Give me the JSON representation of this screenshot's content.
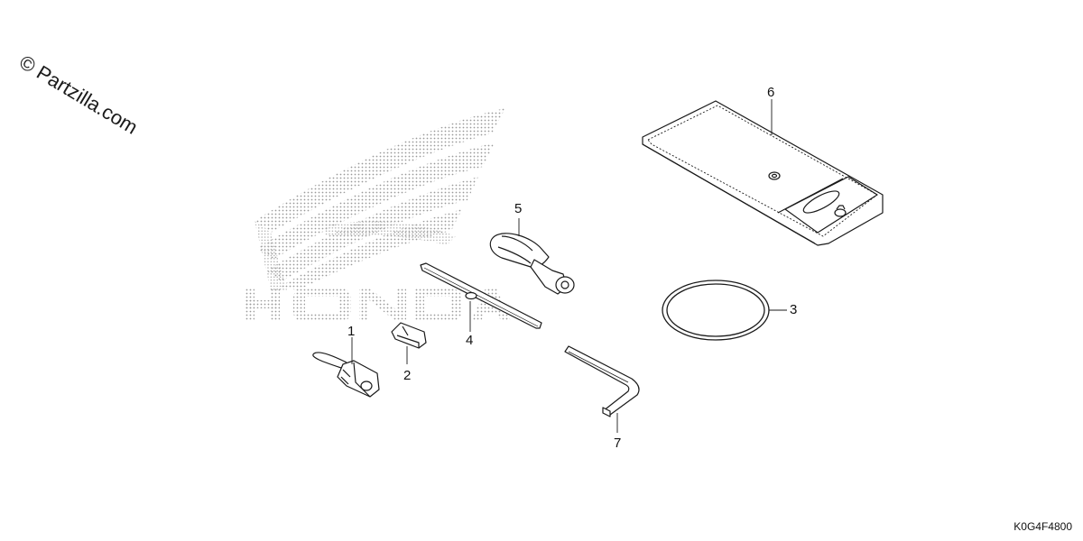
{
  "watermark": "© Partzilla.com",
  "diagram_code": "K0G4F4800",
  "background_logo": "HONDA",
  "callouts": {
    "part_1": "1",
    "part_2": "2",
    "part_3": "3",
    "part_4": "4",
    "part_5": "5",
    "part_6": "6",
    "part_7": "7"
  },
  "colors": {
    "line": "#1a1a1a",
    "logo_dots": "#9a9a9a",
    "background": "#ffffff"
  },
  "icons": [
    "honda-wing-logo",
    "connector-cap-icon",
    "clip-icon",
    "o-ring-icon",
    "screwdriver-shaft-icon",
    "screwdriver-handle-icon",
    "tool-bag-icon",
    "hex-wrench-icon"
  ]
}
